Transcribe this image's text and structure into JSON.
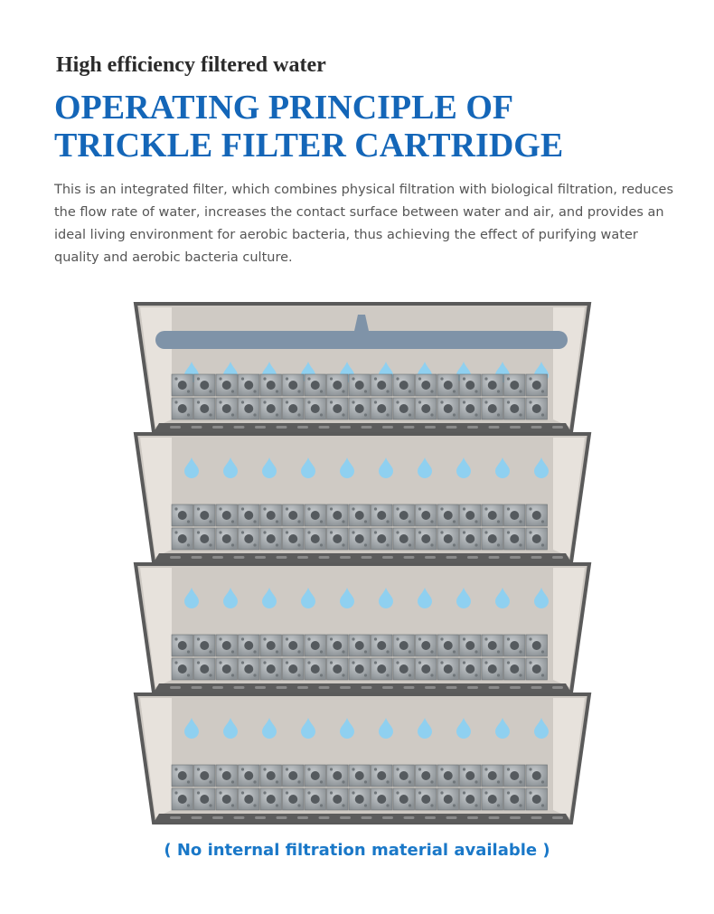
{
  "header": {
    "subtitle": "High efficiency filtered water",
    "title_line1": "OPERATING PRINCIPLE OF",
    "title_line2": "TRICKLE FILTER CARTRIDGE"
  },
  "description": "This is an integrated filter, which combines physical filtration with biological filtration, reduces the flow rate of water, increases the contact surface between water and air, and provides an ideal living environment for aerobic bacteria, thus achieving the effect of purifying water quality and aerobic bacteria culture.",
  "diagram": {
    "tray_count": 4,
    "drops_per_row": 10,
    "media_blocks_per_row": 17,
    "colors": {
      "frame": "#5a5a5a",
      "tray_inner": "#cfcac4",
      "tray_side": "#e7e2dc",
      "spray_bar": "#7f93a8",
      "droplet": "#8fd0f0",
      "media": "#9aa0a4",
      "shelf": "#5c5c5c"
    },
    "icons": {
      "spray_bar": "spray-bar-icon",
      "droplet": "water-drop-icon",
      "media": "filter-media-block-icon"
    }
  },
  "caption": "( No internal filtration material available )"
}
